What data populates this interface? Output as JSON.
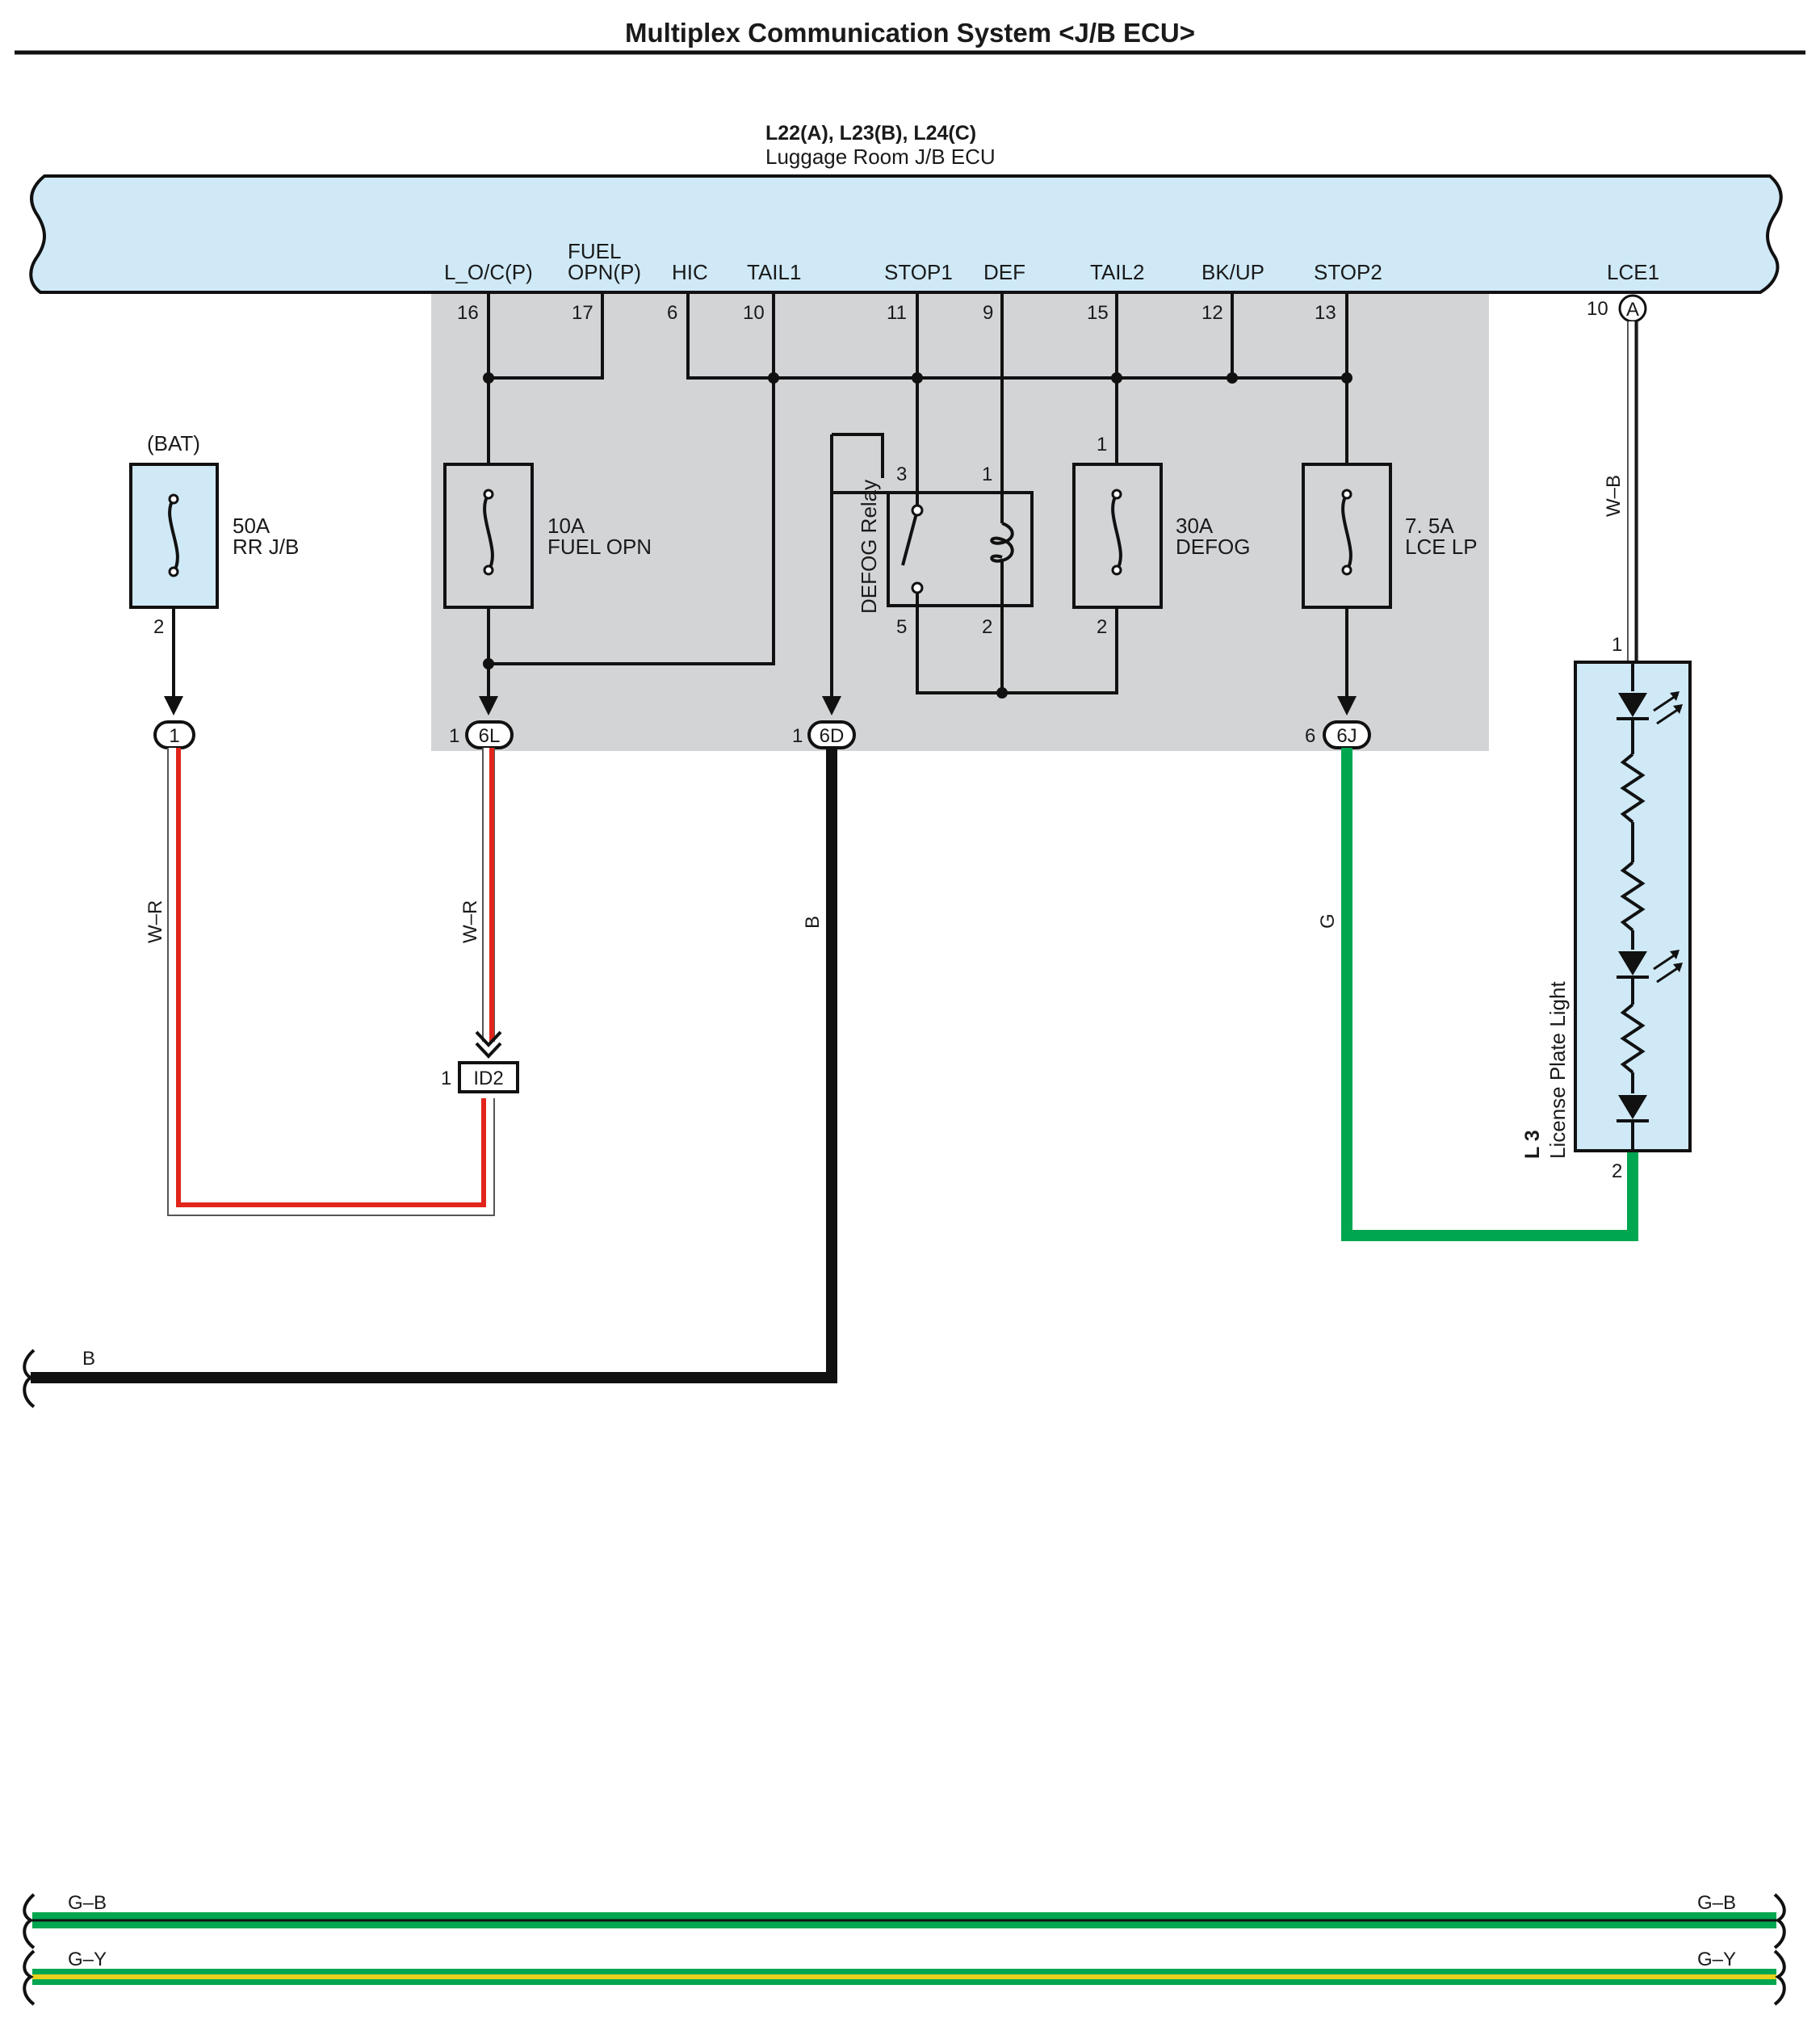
{
  "title": "Multiplex Communication System <J/B ECU>",
  "ecu": {
    "connectors": "L22(A), L23(B), L24(C)",
    "name": "Luggage Room J/B ECU",
    "terminals": [
      {
        "label": "L_O/C(P)",
        "pin": "16"
      },
      {
        "label": "FUEL\nOPN(P)",
        "pin": "17"
      },
      {
        "label": "HIC",
        "pin": "6"
      },
      {
        "label": "TAIL1",
        "pin": "10"
      },
      {
        "label": "STOP1",
        "pin": "11"
      },
      {
        "label": "DEF",
        "pin": "9"
      },
      {
        "label": "TAIL2",
        "pin": "15"
      },
      {
        "label": "BK/UP",
        "pin": "12"
      },
      {
        "label": "STOP2",
        "pin": "13"
      },
      {
        "label": "LCE1",
        "pin": "10",
        "connector": "A"
      }
    ]
  },
  "fuses": [
    {
      "id": "bat",
      "top_label": "(BAT)",
      "rating": "50A",
      "name": "RR J/B",
      "bottom_pin": "2"
    },
    {
      "id": "fuel",
      "rating": "10A",
      "name": "FUEL OPN"
    },
    {
      "id": "defog",
      "rating": "30A",
      "name": "DEFOG",
      "top_pin": "1",
      "bottom_pin": "2"
    },
    {
      "id": "lce",
      "rating": "7. 5A",
      "name": "LCE LP"
    }
  ],
  "relay": {
    "name": "DEFOG Relay",
    "pins": [
      "3",
      "1",
      "5",
      "2"
    ]
  },
  "connectors": [
    {
      "id": "c1",
      "label": "1"
    },
    {
      "id": "c6L",
      "label": "6L",
      "pin": "1"
    },
    {
      "id": "c6D",
      "label": "6D",
      "pin": "1"
    },
    {
      "id": "c6J",
      "label": "6J",
      "pin": "6"
    },
    {
      "id": "ID2",
      "label": "ID2",
      "pin": "1"
    }
  ],
  "wires": {
    "bat": "W–R",
    "fuel": "W–R",
    "ground": "B",
    "ground_run": "B",
    "green": "G",
    "lce": "W–B",
    "bus1_left": "G–B",
    "bus1_right": "G–B",
    "bus2_left": "G–Y",
    "bus2_right": "G–Y"
  },
  "license_light": {
    "code": "L 3",
    "name": "License Plate Light",
    "pin_top": "1",
    "pin_bottom": "2"
  },
  "colors": {
    "ecu_fill": "#cfe9f7",
    "shade": "#d3d4d6",
    "red": "#e1251b",
    "green": "#00a650",
    "yellow": "#e8d21d",
    "black": "#111111"
  }
}
